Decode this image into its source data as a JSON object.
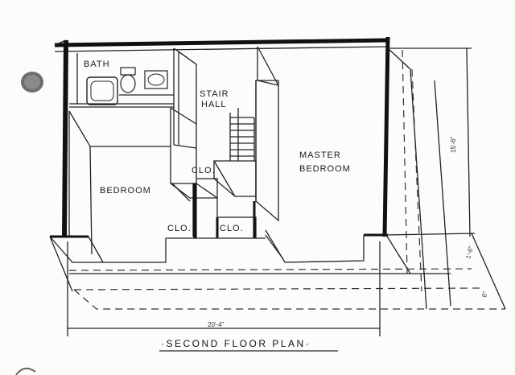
{
  "rooms": {
    "bath": "BATH",
    "stair_line1": "STAIR",
    "stair_line2": "HALL",
    "master_line1": "MASTER",
    "master_line2": "BEDROOM",
    "bedroom": "BEDROOM",
    "closet_upper": "CLO.",
    "closet_left": "CLO.",
    "closet_right": "CLO."
  },
  "dimensions": {
    "width": "20'-4\"",
    "depth": "15'-6\"",
    "side_small_1": "1'-6\"",
    "side_small_2": "6\""
  },
  "title": "·SECOND  FLOOR  PLAN·"
}
